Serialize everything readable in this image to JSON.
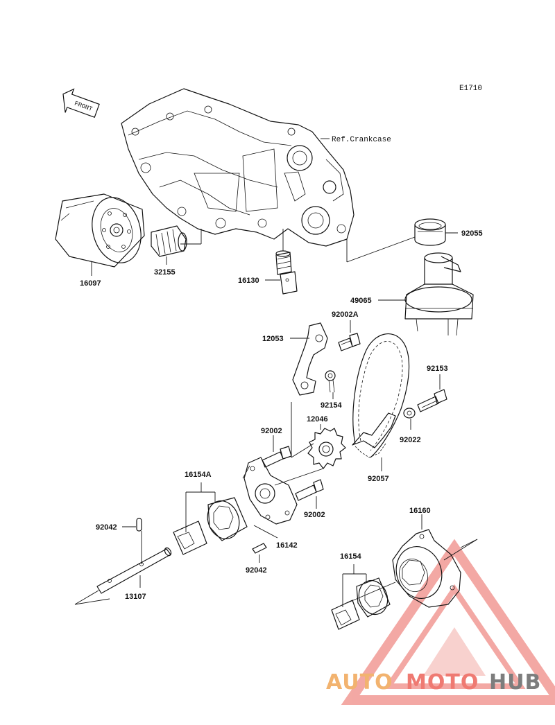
{
  "diagram_code": "E1710",
  "reference_note": "Ref.Crankcase",
  "front_arrow": "FRONT",
  "parts": {
    "p16097": "16097",
    "p32155": "32155",
    "p16130": "16130",
    "p92055": "92055",
    "p49065": "49065",
    "p92002A": "92002A",
    "p12053": "12053",
    "p92153": "92153",
    "p92154": "92154",
    "p92002_top": "92002",
    "p12046": "12046",
    "p92022": "92022",
    "p92057": "92057",
    "p16154A": "16154A",
    "p92002_bottom": "92002",
    "p16160": "16160",
    "p92042_left": "92042",
    "p16142": "16142",
    "p92042_bottom": "92042",
    "p16154": "16154",
    "p13107": "13107"
  },
  "watermark": {
    "part1": "AUTO",
    "part2": "MOTO",
    "part3": "HUB",
    "color1": "#f2b36f",
    "color2": "#ef7a72",
    "color3": "#7d7d7d"
  }
}
